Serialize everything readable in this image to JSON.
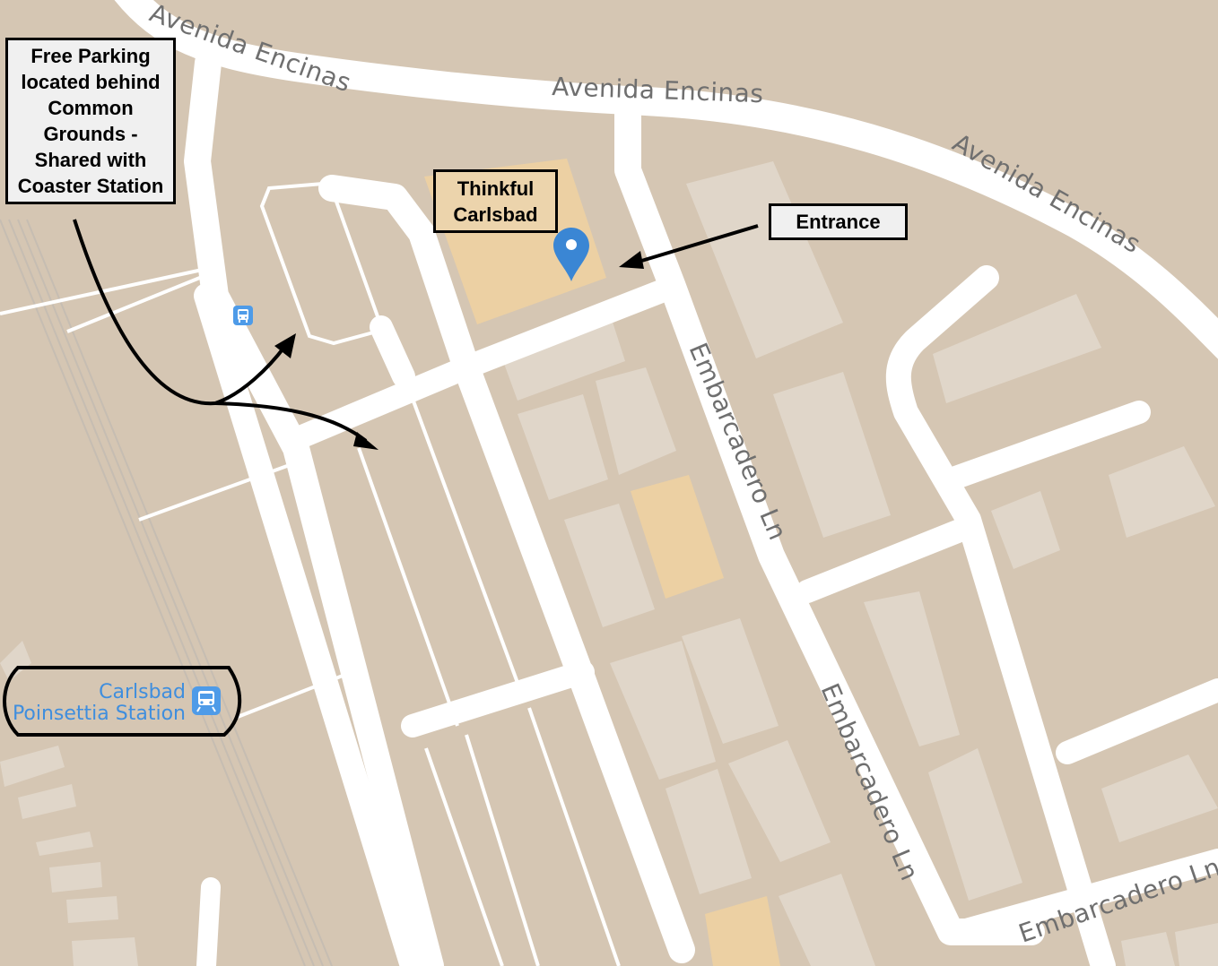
{
  "streets": {
    "avenida_encinas_1": "Avenida Encinas",
    "avenida_encinas_2": "Avenida Encinas",
    "avenida_encinas_3": "Avenida Encinas",
    "embarcadero_1": "Embarcadero Ln",
    "embarcadero_2": "Embarcadero Ln",
    "embarcadero_3": "Embarcadero Ln"
  },
  "station": {
    "line1": "Carlsbad",
    "line2": "Poinsettia Station",
    "icon": "train-icon"
  },
  "callouts": {
    "parking": "Free Parking located behind Common Grounds - Shared with Coaster Station",
    "thinkful": "Thinkful Carlsbad",
    "entrance": "Entrance"
  },
  "icons": {
    "bus": "bus-stop-icon",
    "pin": "location-pin-icon"
  },
  "colors": {
    "land": "#d5c6b3",
    "road": "#ffffff",
    "building": "#e0d6c9",
    "highlight_building": "#ecd0a3",
    "pin": "#3a86d4",
    "transit": "#4e9be8"
  }
}
